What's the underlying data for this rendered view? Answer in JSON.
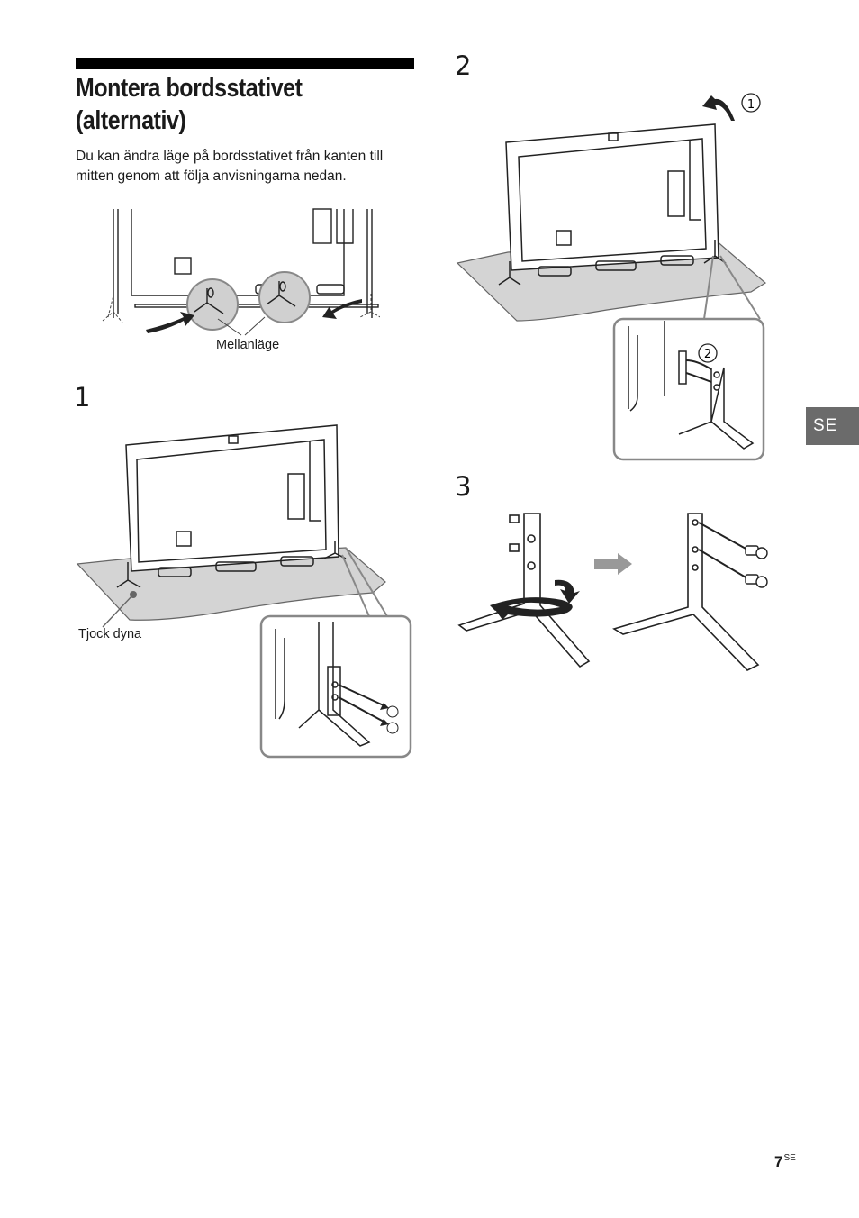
{
  "header": {
    "title": "Montera bordsstativet\n(alternativ)",
    "intro": "Du kan ändra läge på bordsstativet från kanten till mitten genom att följa anvisningarna nedan."
  },
  "figure_overview": {
    "label_middle": "Mellanläge"
  },
  "step1": {
    "number": "1",
    "label_cushion": "Tjock dyna"
  },
  "step2": {
    "number": "2",
    "callout_1": "1",
    "callout_2": "2"
  },
  "step3": {
    "number": "3"
  },
  "side_tab": {
    "text": "SE"
  },
  "footer": {
    "page_number": "7",
    "page_suffix": "SE"
  },
  "colors": {
    "tab_bg": "#6b6b6b",
    "table_fill": "#d4d4d4",
    "accent_gray": "#8a8a8a"
  }
}
